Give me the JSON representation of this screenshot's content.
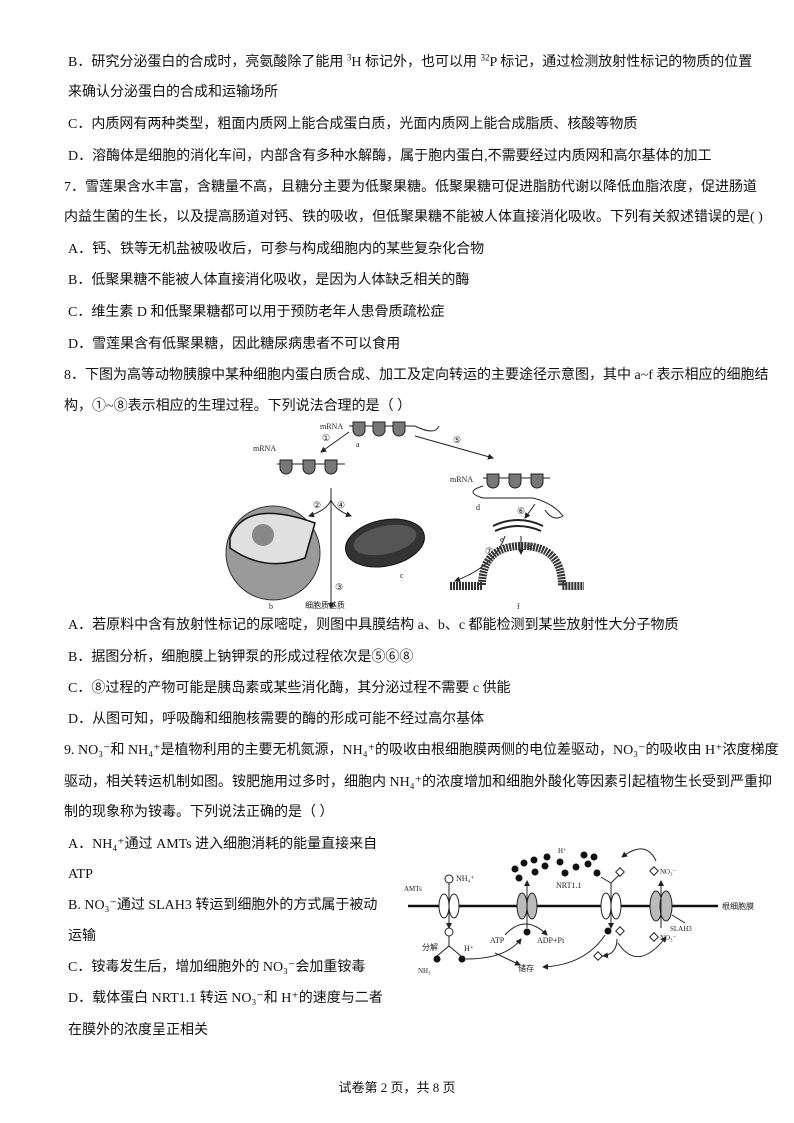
{
  "q6": {
    "B_line1_pre": "B．研究分泌蛋白的合成时，亮氨酸除了能用 ",
    "B_sup1": "3",
    "B_line1_mid": "H 标记外，也可以用 ",
    "B_sup2": "32",
    "B_line1_post": "P 标记，通过检测放射性标记的物质的位置",
    "B_line2": "来确认分泌蛋白的合成和运输场所",
    "C": "C．内质网有两种类型，粗面内质网上能合成蛋白质，光面内质网上能合成脂质、核酸等物质",
    "D": "D．溶酶体是细胞的消化车间，内部含有多种水解酶，属于胞内蛋白,不需要经过内质网和高尔基体的加工"
  },
  "q7": {
    "stem1": "7．雪莲果含水丰富，含糖量不高，且糖分主要为低聚果糖。低聚果糖可促进脂肪代谢以降低血脂浓度，促进肠道",
    "stem2": "内益生菌的生长，以及提高肠道对钙、铁的吸收，但低聚果糖不能被人体直接消化吸收。下列有关叙述错误的是(    )",
    "A": "A．钙、铁等无机盐被吸收后，可参与构成细胞内的某些复杂化合物",
    "B": "B．低聚果糖不能被人体直接消化吸收，是因为人体缺乏相关的酶",
    "C": "C．维生素 D 和低聚果糖都可以用于预防老年人患骨质疏松症",
    "D": "D．雪莲果含有低聚果糖，因此糖尿病患者不可以食用"
  },
  "q8": {
    "stem1": "8．下图为高等动物胰腺中某种细胞内蛋白质合成、加工及定向转运的主要途径示意图，其中 a~f 表示相应的细胞结",
    "stem2": "构，①~⑧表示相应的生理过程。下列说法合理的是（    ）",
    "figure": {
      "mrna": "mRNA",
      "labels": [
        "a",
        "b",
        "c",
        "d",
        "e",
        "f"
      ],
      "steps": [
        "①",
        "②",
        "③",
        "④",
        "⑤",
        "⑥",
        "⑦",
        "⑧"
      ],
      "cytoplasm": "细胞质基质"
    },
    "A": "A．若原料中含有放射性标记的尿嘧啶，则图中具膜结构 a、b、c 都能检测到某些放射性大分子物质",
    "B": "B．据图分析，细胞膜上钠钾泵的形成过程依次是⑤⑥⑧",
    "C": "C．⑧过程的产物可能是胰岛素或某些消化酶，其分泌过程不需要 c 供能",
    "D": "D．从图可知，呼吸酶和细胞核需要的酶的形成可能不经过高尔基体"
  },
  "q9": {
    "stem1": "9. NO₃⁻和 NH₄⁺是植物利用的主要无机氮源，NH₄⁺的吸收由根细胞膜两侧的电位差驱动，NO₃⁻的吸收由 H⁺浓度梯度",
    "stem2": "驱动，相关转运机制如图。铵肥施用过多时，细胞内 NH₄⁺的浓度增加和细胞外酸化等因素引起植物生长受到严重抑",
    "stem3": "制的现象称为铵毒。下列说法正确的是（    ）",
    "A1": "A．NH₄⁺通过 AMTs 进入细胞消耗的能量直接来自",
    "A2": "ATP",
    "B1": "B. NO₃⁻通过 SLAH3 转运到细胞外的方式属于被动",
    "B2": "运输",
    "C": "C．铵毒发生后，增加细胞外的 NO₃⁻会加重铵毒",
    "D1": "D．载体蛋白 NRT1.1 转运 NO₃⁻和 H⁺的速度与二者",
    "D2": "在膜外的浓度呈正相关",
    "figure": {
      "amts": "AMTs",
      "nh4": "NH₄⁺",
      "h_plus": "H⁺",
      "nrt": "NRT1.1",
      "no3_out": "NO₃⁻",
      "no3_in": "NO₃⁻",
      "membrane": "根细胞膜",
      "slah3": "SLAH3",
      "atp": "ATP",
      "adp": "ADP+Pi",
      "decompose": "分解",
      "h_in": "H⁺",
      "nh3": "NH₃",
      "storage": "储存"
    }
  },
  "footer": "试卷第 2 页，共 8 页"
}
